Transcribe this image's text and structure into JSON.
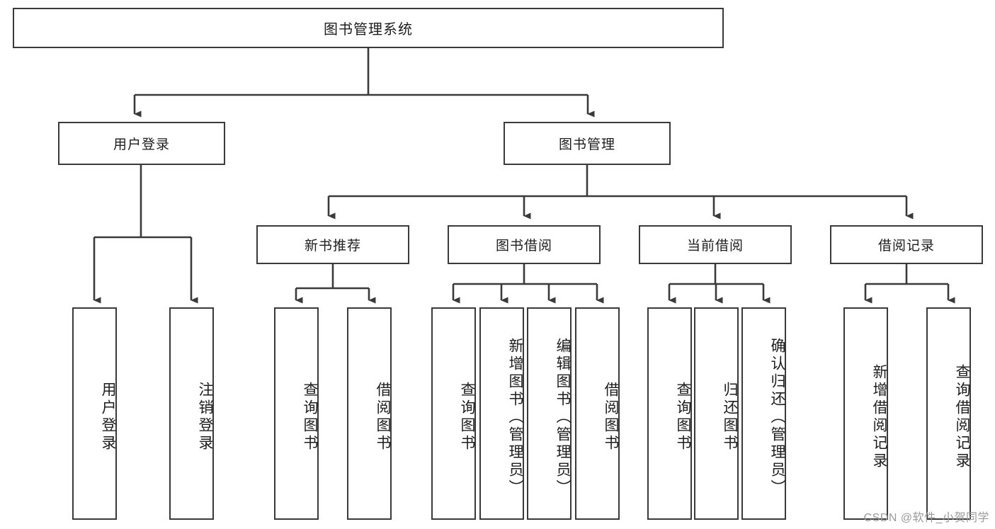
{
  "diagram": {
    "type": "hierarchy-tree",
    "title_node": {
      "id": "root",
      "label": "图书管理系统"
    },
    "level2": [
      {
        "id": "user-login",
        "label": "用户登录"
      },
      {
        "id": "book-manage",
        "label": "图书管理"
      }
    ],
    "level3": [
      {
        "id": "new-book-recommend",
        "label": "新书推荐",
        "parent": "book-manage"
      },
      {
        "id": "book-borrow",
        "label": "图书借阅",
        "parent": "book-manage"
      },
      {
        "id": "current-borrow",
        "label": "当前借阅",
        "parent": "book-manage"
      },
      {
        "id": "borrow-record",
        "label": "借阅记录",
        "parent": "book-manage"
      }
    ],
    "leaves": [
      {
        "id": "leaf-user-login",
        "label": "用户登录",
        "parent": "user-login"
      },
      {
        "id": "leaf-user-logout",
        "label": "注销登录",
        "parent": "user-login"
      },
      {
        "id": "leaf-query-book-1",
        "label": "查询图书",
        "parent": "new-book-recommend"
      },
      {
        "id": "leaf-borrow-book-1",
        "label": "借阅图书",
        "parent": "new-book-recommend"
      },
      {
        "id": "leaf-query-book-2",
        "label": "查询图书",
        "parent": "book-borrow"
      },
      {
        "id": "leaf-add-book",
        "label": "新增图书（管理员）",
        "parent": "book-borrow"
      },
      {
        "id": "leaf-edit-book",
        "label": "编辑图书（管理员）",
        "parent": "book-borrow"
      },
      {
        "id": "leaf-borrow-book-2",
        "label": "借阅图书",
        "parent": "book-borrow"
      },
      {
        "id": "leaf-query-book-3",
        "label": "查询图书",
        "parent": "current-borrow"
      },
      {
        "id": "leaf-return-book",
        "label": "归还图书",
        "parent": "current-borrow"
      },
      {
        "id": "leaf-confirm-return",
        "label": "确认归还（管理员）",
        "parent": "current-borrow"
      },
      {
        "id": "leaf-add-record",
        "label": "新增借阅记录",
        "parent": "borrow-record"
      },
      {
        "id": "leaf-query-record",
        "label": "查询借阅记录",
        "parent": "borrow-record"
      }
    ],
    "colors": {
      "box_border": "#3a3a3a",
      "box_fill": "#ffffff",
      "connector": "#3a3a3a",
      "text": "#1d1d1d",
      "watermark": "#9a9a9a",
      "background": "#ffffff"
    }
  },
  "watermark": {
    "text": "CSDN @软件_小贺同学"
  }
}
